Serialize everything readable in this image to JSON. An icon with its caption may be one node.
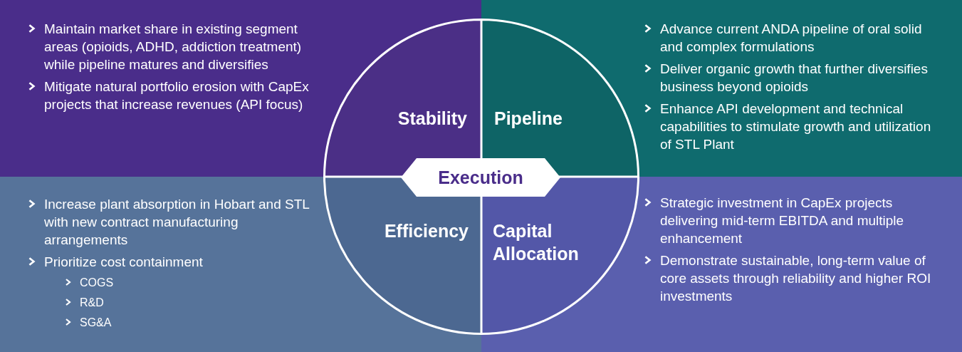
{
  "diagram": {
    "nodes": [
      {
        "text": [
          "Maintain market share in existing segment areas (opioids, ADHD, addiction treatment) while pipeline matures and diversifies",
          "Mitigate natural portfolio erosion with CapEx projects that increase revenues (API focus)"
        ]
      },
      {
        "text": [
          "Advance current ANDA pipeline of oral solid and complex formulations",
          "Deliver organic growth that further diversifies business beyond opioids",
          "Enhance API development and technical capabilities to stimulate growth and utilization of STL Plant"
        ]
      },
      {
        "text": [
          "Increase plant absorption in Hobart and STL with new contract manufacturing arrangements",
          "Prioritize cost containment",
          "COGS",
          "R&D",
          "SG&A"
        ]
      },
      {
        "text": [
          "Strategic investment in CapEx projects delivering mid-term EBITDA and multiple enhancement",
          "Demonstrate sustainable, long-term value of core assets through reliability and higher ROI investments"
        ]
      },
      {
        "text": [
          "Stability"
        ],
        "in": 0
      },
      {
        "text": [
          "Pipeline"
        ],
        "in": 1
      },
      {
        "text": [
          "Efficiency"
        ],
        "in": 2
      },
      {
        "text": [
          "Capital Allocation"
        ],
        "in": 3
      },
      {
        "text": [
          "Execution"
        ]
      }
    ],
    "edges": []
  }
}
